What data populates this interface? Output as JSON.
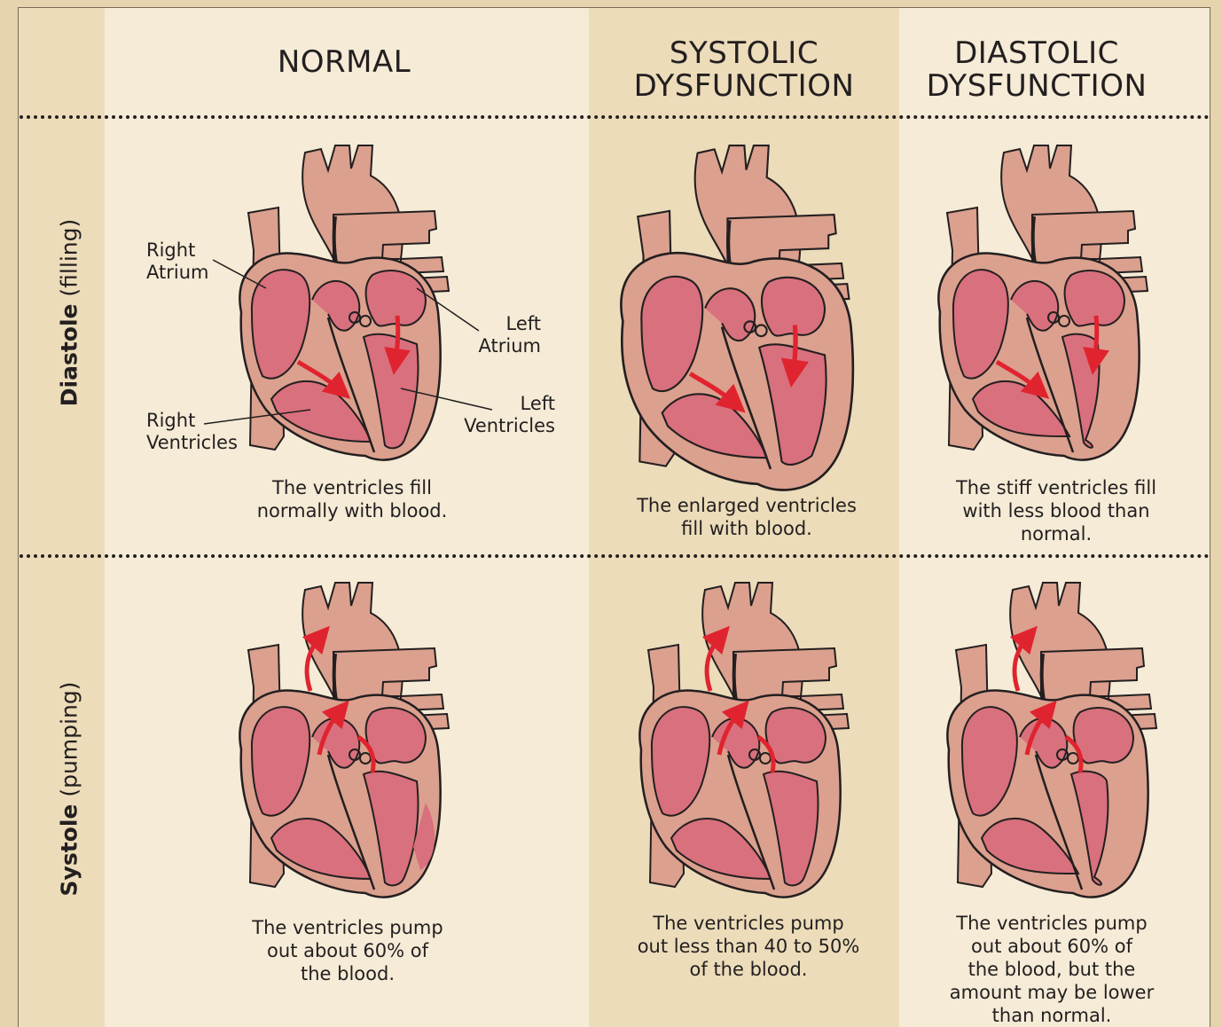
{
  "columns": {
    "normal": "NORMAL",
    "systolic": "SYSTOLIC\nDYSFUNCTION",
    "diastolic": "DIASTOLIC\nDYSFUNCTION"
  },
  "rows": {
    "diastole_bold": "Diastole",
    "diastole_rest": " (filling)",
    "systole_bold": "Systole",
    "systole_rest": " (pumping)"
  },
  "labels": {
    "right_atrium": "Right\nAtrium",
    "left_atrium": "Left\nAtrium",
    "right_ventricles": "Right\nVentricles",
    "left_ventricles": "Left\nVentricles"
  },
  "captions": {
    "diastole_normal": "The ventricles fill\nnormally with blood.",
    "diastole_systolic": "The enlarged ventricles\nfill with blood.",
    "diastole_diastolic": "The stiff ventricles fill\nwith less blood than\nnormal.",
    "systole_normal": "The ventricles pump\nout about 60% of\nthe blood.",
    "systole_systolic": "The ventricles pump\nout less than 40 to 50%\nof the blood.",
    "systole_diastolic": "The ventricles pump\nout about 60% of\nthe blood, but the\namount may be lower\nthan normal."
  },
  "colors": {
    "outer_wall": "#dba08e",
    "chamber": "#d9707d",
    "outline": "#231f20",
    "arrow": "#e0242f"
  }
}
